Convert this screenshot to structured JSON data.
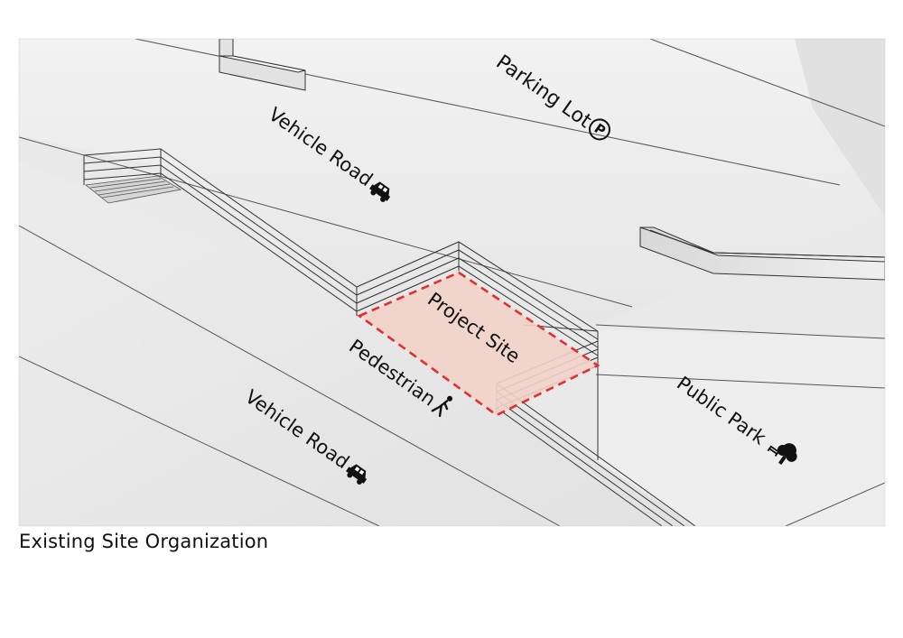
{
  "labels": {
    "parking_lot": "Parking Lot",
    "parking_symbol": "P",
    "vehicle_road_upper": "Vehicle Road",
    "vehicle_road_lower": "Vehicle Road",
    "project_site": "Project Site",
    "pedestrian": "Pedestrian",
    "public_park": "Public Park"
  },
  "caption": "Existing Site Organization",
  "colors": {
    "site_fill": "#f2d2c8",
    "site_outline": "#e03030",
    "ground": "#ececec",
    "linework": "#444444"
  },
  "icons": [
    "car-icon",
    "car-icon",
    "parking-icon",
    "pedestrian-icon",
    "bench-icon",
    "tree-icon"
  ]
}
